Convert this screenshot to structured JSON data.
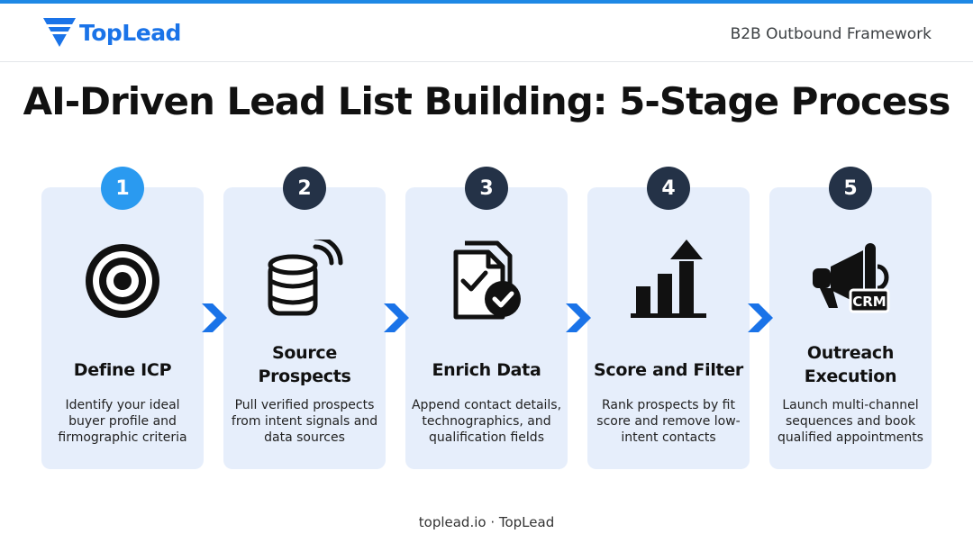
{
  "brand": {
    "name": "TopLead",
    "accent": "#1a73e8"
  },
  "header": {
    "tagline": "B2B Outbound Framework"
  },
  "title": "AI-Driven Lead List Building: 5-Stage Process",
  "stages": [
    {
      "number": "1",
      "title": "Define ICP",
      "description": "Identify your ideal buyer profile and firmographic criteria",
      "icon": "target-icon",
      "active": true
    },
    {
      "number": "2",
      "title": "Source Prospects",
      "description": "Pull verified prospects from intent signals and data sources",
      "icon": "database-signal-icon",
      "active": false
    },
    {
      "number": "3",
      "title": "Enrich Data",
      "description": "Append contact details, technographics, and qualification fields",
      "icon": "verified-document-icon",
      "active": false
    },
    {
      "number": "4",
      "title": "Score and Filter",
      "description": "Rank prospects by fit score and remove low-intent contacts",
      "icon": "bar-chart-arrow-icon",
      "active": false
    },
    {
      "number": "5",
      "title": "Outreach Execution",
      "description": "Launch multi-channel sequences and book qualified appointments",
      "icon": "megaphone-crm-icon",
      "icon_label": "CRM",
      "active": false
    }
  ],
  "footer": "toplead.io · TopLead",
  "colors": {
    "card_bg": "#e6eefb",
    "badge_dark": "#243247",
    "badge_active": "#2a9af0",
    "chevron": "#1a73e8"
  }
}
